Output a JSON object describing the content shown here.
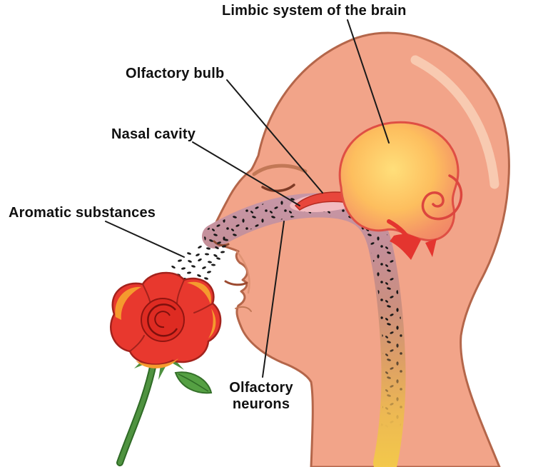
{
  "labels": {
    "limbic_system": "Limbic system of the brain",
    "olfactory_bulb": "Olfactory bulb",
    "nasal_cavity": "Nasal cavity",
    "aromatic_substances": "Aromatic substances",
    "olfactory_neurons": "Olfactory\nneurons"
  },
  "colors": {
    "background": "#ffffff",
    "skin": "#f2a489",
    "skin_outline": "#b4664a",
    "head_highlight": "#f8ceb6",
    "limbic_glow": "#ffd35c",
    "limbic_red": "#e0483f",
    "cavity_pink": "#c796a6",
    "cavity_gold": "#f3c84b",
    "olfactory_bulb_red": "#e8463b",
    "rose_red": "#e23b30",
    "rose_orange": "#f59a2e",
    "leaf_green": "#55a043",
    "particle": "#161616",
    "label_text": "#101010",
    "leader_line": "#1a1a1a"
  }
}
